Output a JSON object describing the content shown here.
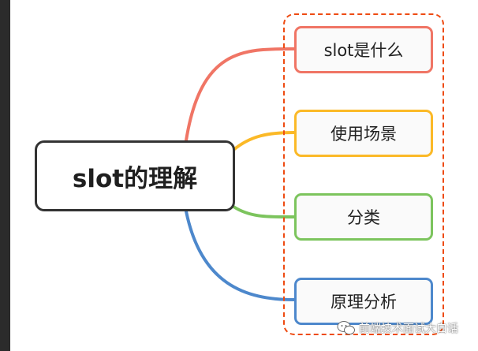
{
  "root": {
    "label": "slot的理解"
  },
  "children": [
    {
      "label": "slot是什么",
      "color": "#f07565"
    },
    {
      "label": "使用场景",
      "color": "#fbb927"
    },
    {
      "label": "分类",
      "color": "#7cc45d"
    },
    {
      "label": "原理分析",
      "color": "#4d88cc"
    }
  ],
  "group_border_color": "#ee4b12",
  "watermark": {
    "text": "前端技术面试大白话",
    "icon": "wechat-icon"
  }
}
